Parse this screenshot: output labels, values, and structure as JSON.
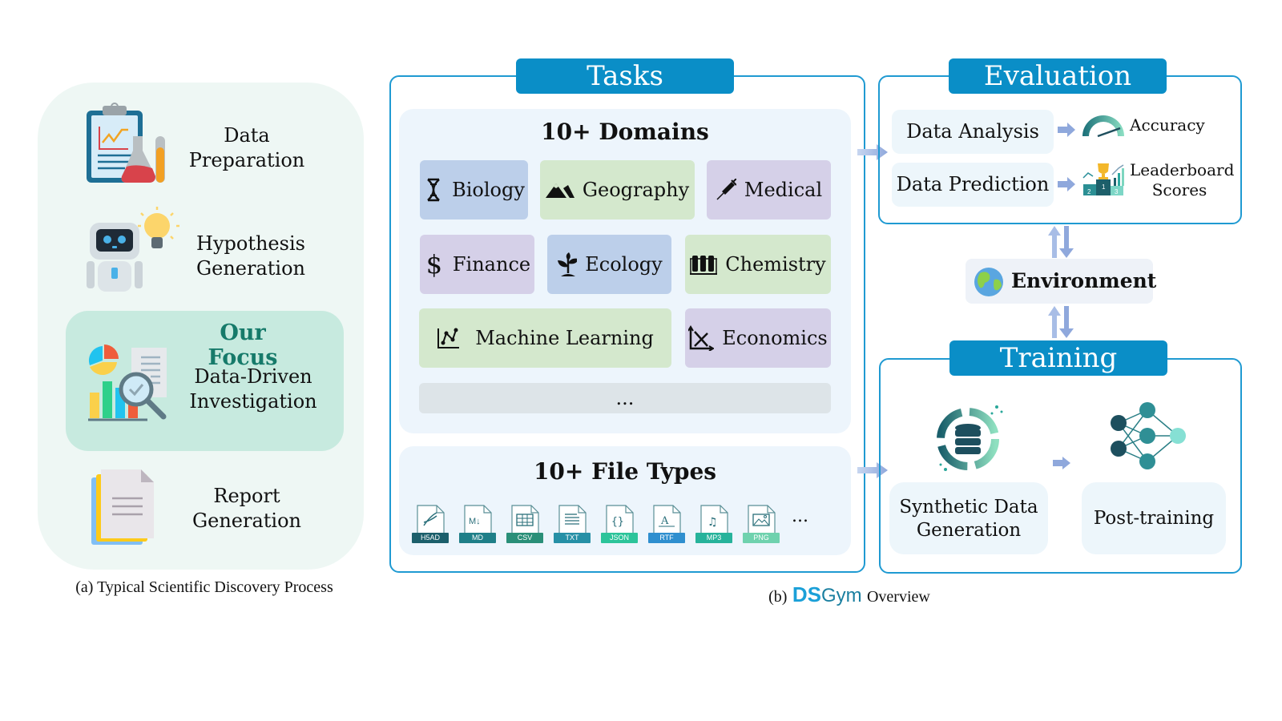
{
  "panel_a": {
    "steps": [
      {
        "label_line1": "Data",
        "label_line2": "Preparation",
        "icon": "clipboard-flask-icon"
      },
      {
        "label_line1": "Hypothesis",
        "label_line2": "Generation",
        "icon": "robot-lightbulb-icon"
      },
      {
        "label_line1": "Data-Driven",
        "label_line2": "Investigation",
        "icon": "chart-magnifier-icon"
      },
      {
        "label_line1": "Report",
        "label_line2": "Generation",
        "icon": "document-stack-icon"
      }
    ],
    "focus_title": "Our Focus",
    "caption": "(a) Typical Scientific Discovery Process"
  },
  "tasks": {
    "title": "Tasks",
    "domains_heading": "10+ Domains",
    "domains": [
      {
        "label": "Biology",
        "icon": "dna-icon",
        "color": "#bccfea"
      },
      {
        "label": "Geography",
        "icon": "mountain-icon",
        "color": "#d4e8cd"
      },
      {
        "label": "Medical",
        "icon": "syringe-icon",
        "color": "#d5d0e8"
      },
      {
        "label": "Finance",
        "icon": "dollar-icon",
        "color": "#d5d0e8"
      },
      {
        "label": "Ecology",
        "icon": "sprout-icon",
        "color": "#bccfea"
      },
      {
        "label": "Chemistry",
        "icon": "test-tubes-icon",
        "color": "#d4e8cd"
      },
      {
        "label": "Machine Learning",
        "icon": "line-chart-icon",
        "color": "#d4e8cd"
      },
      {
        "label": "Economics",
        "icon": "supply-demand-icon",
        "color": "#d5d0e8"
      }
    ],
    "more": "...",
    "files_heading": "10+ File Types",
    "file_types": [
      {
        "label": "H5AD",
        "color": "#1c5f6b",
        "icon": "dna-file-icon"
      },
      {
        "label": "MD",
        "color": "#1f7f88",
        "icon": "markdown-file-icon"
      },
      {
        "label": "CSV",
        "color": "#2a8f78",
        "icon": "table-file-icon"
      },
      {
        "label": "TXT",
        "color": "#2690a6",
        "icon": "text-file-icon"
      },
      {
        "label": "JSON",
        "color": "#2cc49a",
        "icon": "braces-file-icon"
      },
      {
        "label": "RTF",
        "color": "#2f8fcf",
        "icon": "font-file-icon"
      },
      {
        "label": "MP3",
        "color": "#27b39b",
        "icon": "music-file-icon"
      },
      {
        "label": "PNG",
        "color": "#6fd2ae",
        "icon": "image-file-icon"
      }
    ],
    "files_more": "..."
  },
  "evaluation": {
    "title": "Evaluation",
    "items": [
      {
        "label": "Data Analysis",
        "metric": "Accuracy",
        "metric_icon": "gauge-icon"
      },
      {
        "label": "Data Prediction",
        "metric_line1": "Leaderboard",
        "metric_line2": "Scores",
        "metric_icon": "podium-trophy-icon"
      }
    ]
  },
  "environment": {
    "label": "Environment",
    "icon": "globe-icon"
  },
  "training": {
    "title": "Training",
    "items": [
      {
        "label_line1": "Synthetic Data",
        "label_line2": "Generation",
        "icon": "database-cycle-icon"
      },
      {
        "label": "Post-training",
        "icon": "neural-network-icon"
      }
    ]
  },
  "caption_b": {
    "prefix": "(b)",
    "logo_ds": "DS",
    "logo_gym": "Gym",
    "suffix": "Overview"
  },
  "colors": {
    "accent": "#0a8ec7",
    "frame": "#1f9ad2",
    "focus_green": "#167a6a",
    "arrow": "#8fa8dc"
  }
}
